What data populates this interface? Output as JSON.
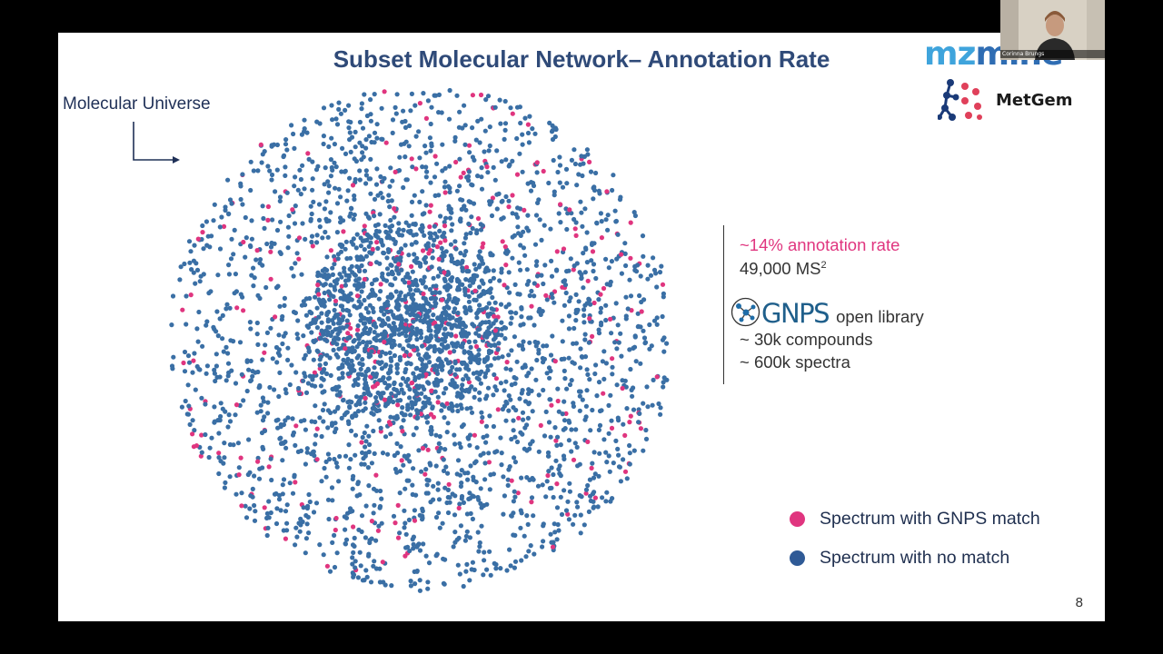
{
  "slide": {
    "title": "Subset Molecular Network– Annotation Rate",
    "universe_label": "Molecular Universe",
    "logos": {
      "mz_prefix": "mz",
      "mz_rest": "mine",
      "metgem": "MetGem"
    },
    "stats": {
      "annotation_rate": "~14% annotation rate",
      "ms2_count": "49,000 MS",
      "ms2_superscript": "2",
      "gnps_logo_text": "GNPS",
      "gnps_library": "open library",
      "compounds": "~ 30k compounds",
      "spectra": "~ 600k spectra"
    },
    "legend": [
      {
        "label": "Spectrum with GNPS match",
        "color": "#e0357f"
      },
      {
        "label": "Spectrum with no match",
        "color": "#2f5a96"
      }
    ],
    "slide_number": "8"
  },
  "webcam": {
    "participant_name": "Corinna Brungs"
  },
  "colors": {
    "match": "#e0357f",
    "no_match": "#3a6fa5",
    "title": "#2f4a78",
    "background": "#ffffff"
  }
}
